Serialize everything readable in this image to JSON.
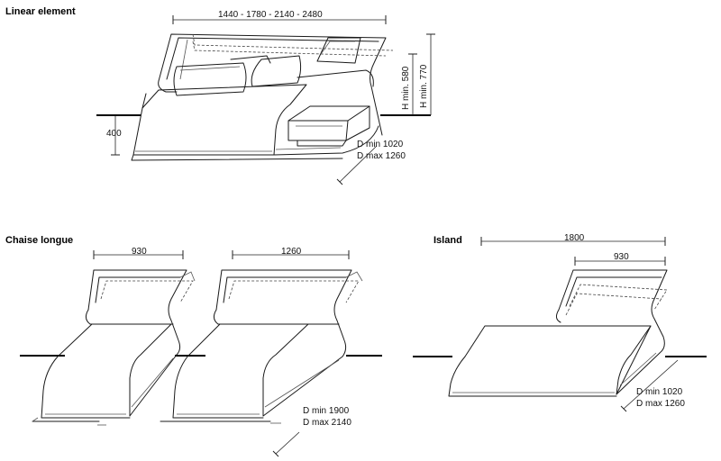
{
  "sections": {
    "linear": {
      "title": "Linear element",
      "width_dims": "1440 - 1780 - 2140 - 2480",
      "seat_height": "400",
      "back_height_min": "H min. 580",
      "back_height_max": "H min. 770",
      "depth_min": "D min 1020",
      "depth_max": "D max 1260"
    },
    "chaise": {
      "title": "Chaise longue",
      "width_small": "930",
      "width_large": "1260",
      "depth_min": "D min 1900",
      "depth_max": "D max 2140"
    },
    "island": {
      "title": "Island",
      "width_total": "1800",
      "width_back": "930",
      "depth_min": "D min 1020",
      "depth_max": "D max 1260"
    }
  }
}
